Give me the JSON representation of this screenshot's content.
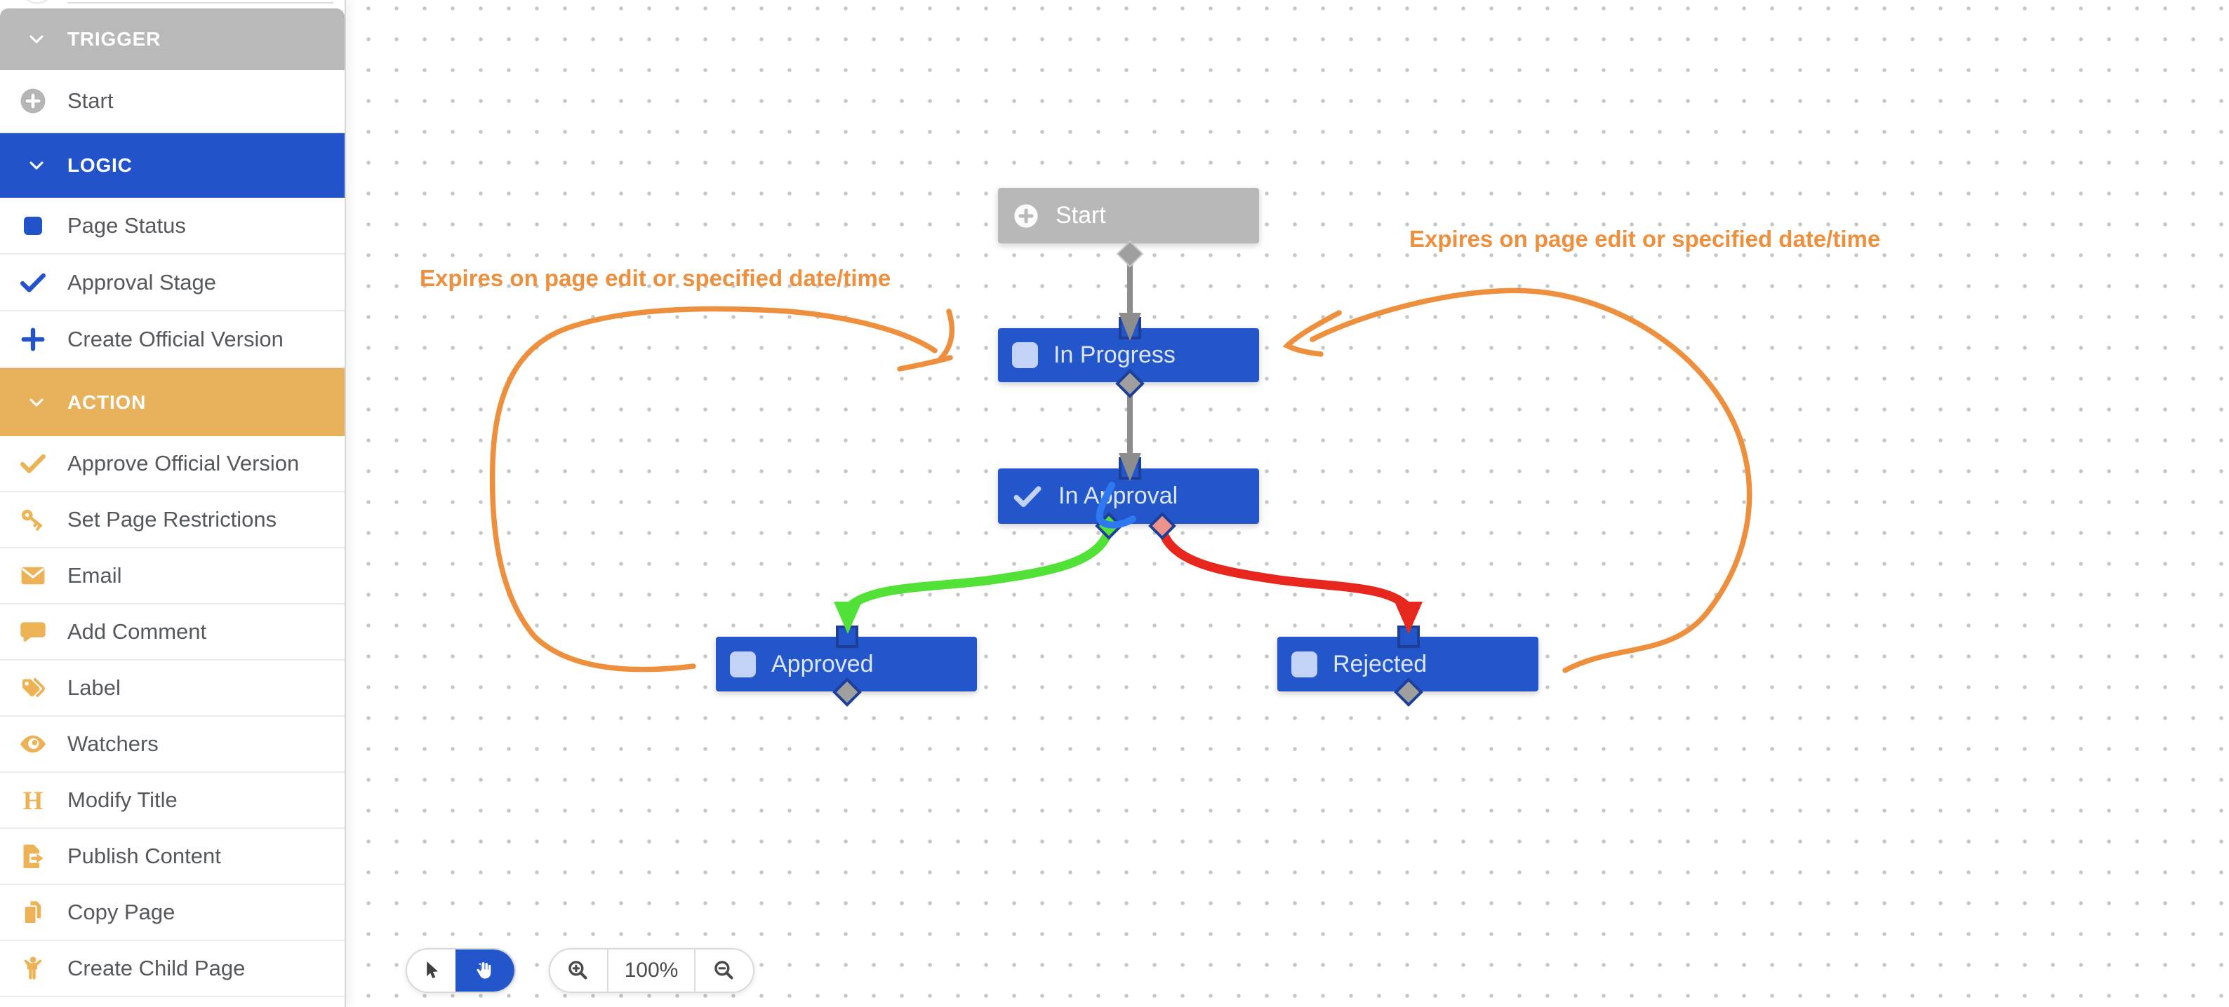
{
  "sidebar": {
    "sections": [
      {
        "label": "TRIGGER",
        "color": "#b9b9b9",
        "items": [
          {
            "label": "Start",
            "icon": "plus-circle-icon"
          }
        ]
      },
      {
        "label": "LOGIC",
        "color": "#2253ca",
        "items": [
          {
            "label": "Page Status",
            "icon": "square-icon"
          },
          {
            "label": "Approval Stage",
            "icon": "check-icon"
          },
          {
            "label": "Create Official Version",
            "icon": "plus-icon"
          }
        ]
      },
      {
        "label": "ACTION",
        "color": "#e8b15c",
        "items": [
          {
            "label": "Approve Official Version",
            "icon": "check-icon"
          },
          {
            "label": "Set Page Restrictions",
            "icon": "key-icon"
          },
          {
            "label": "Email",
            "icon": "envelope-icon"
          },
          {
            "label": "Add Comment",
            "icon": "comment-icon"
          },
          {
            "label": "Label",
            "icon": "tags-icon"
          },
          {
            "label": "Watchers",
            "icon": "eye-icon"
          },
          {
            "label": "Modify Title",
            "icon": "heading-icon"
          },
          {
            "label": "Publish Content",
            "icon": "publish-icon"
          },
          {
            "label": "Copy Page",
            "icon": "copy-icon"
          },
          {
            "label": "Create Child Page",
            "icon": "child-icon"
          }
        ]
      }
    ]
  },
  "canvas": {
    "nodes": [
      {
        "label": "Start",
        "type": "start"
      },
      {
        "label": "In Progress",
        "type": "page-status"
      },
      {
        "label": "In Approval",
        "type": "approval-stage"
      },
      {
        "label": "Approved",
        "type": "page-status"
      },
      {
        "label": "Rejected",
        "type": "page-status"
      }
    ],
    "annotations": [
      {
        "text": "Expires on page edit or specified date/time"
      },
      {
        "text": "Expires on page edit or specified date/time"
      }
    ]
  },
  "toolbar": {
    "zoom_level": "100%"
  },
  "colors": {
    "node_blue": "#2355cb",
    "header_gray": "#b9b9b9",
    "header_amber": "#e8b15c",
    "edge_green": "#52e136",
    "edge_red": "#e7271d",
    "annotation_orange": "#ee8f3e",
    "pen_blue": "#2e79f1"
  }
}
